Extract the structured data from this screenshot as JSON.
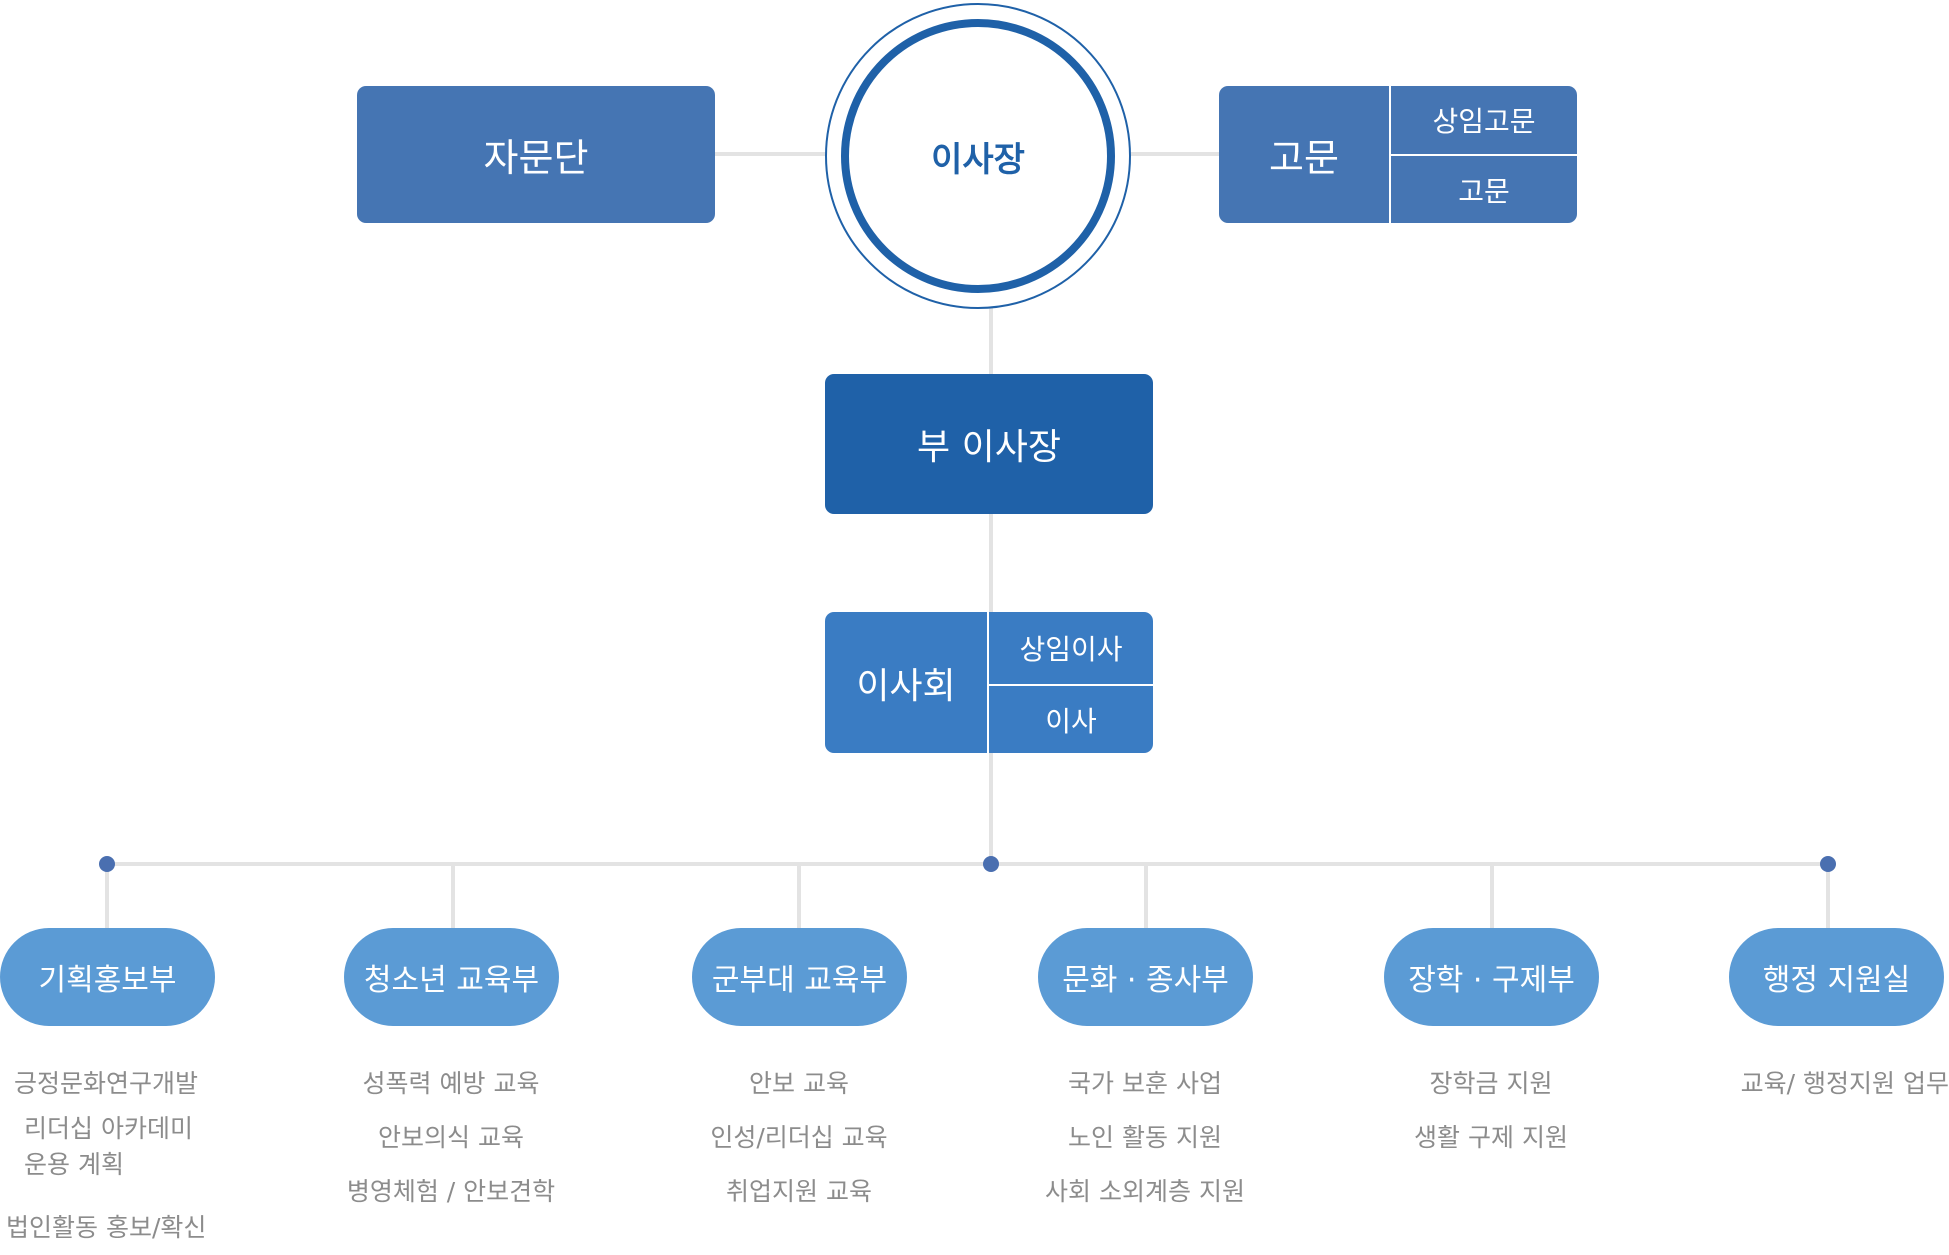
{
  "top": {
    "chairman": "이사장",
    "advisory_board": "자문단",
    "advisor": {
      "main": "고문",
      "subs": [
        "상임고문",
        "고문"
      ]
    }
  },
  "vice_chairman": "부 이사장",
  "board": {
    "main": "이사회",
    "subs": [
      "상임이사",
      "이사"
    ]
  },
  "departments": [
    {
      "name": "기획홍보부",
      "items": [
        "긍정문화연구개발",
        "리더십 아카데미\n운용 계획",
        "법인활동 홍보/확신"
      ]
    },
    {
      "name": "청소년 교육부",
      "items": [
        "성폭력 예방 교육",
        "안보의식 교육",
        "병영체험 / 안보견학"
      ]
    },
    {
      "name": "군부대 교육부",
      "items": [
        "안보 교육",
        "인성/리더십 교육",
        "취업지원 교육"
      ]
    },
    {
      "name": "문화 · 종사부",
      "items": [
        "국가 보훈 사업",
        "노인 활동 지원",
        "사회 소외계층 지원"
      ]
    },
    {
      "name": "장학 · 구제부",
      "items": [
        "장학금 지원",
        "생활 구제 지원"
      ]
    },
    {
      "name": "행정 지원실",
      "items": [
        "교육/ 행정지원 업무"
      ]
    }
  ],
  "colors": {
    "dark_blue": "#1f61a8",
    "mid_blue": "#4575b3",
    "light_blue": "#3a7cc3",
    "pill_blue": "#5b9bd5",
    "connector_gray": "#e3e3e3",
    "description_gray": "#8c8c8c"
  }
}
